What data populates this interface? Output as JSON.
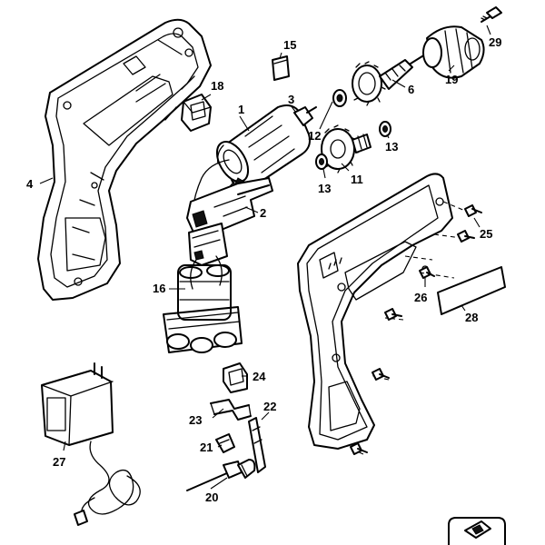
{
  "callouts": {
    "c1": "1",
    "c2": "2",
    "c3": "3",
    "c4": "4",
    "c6": "6",
    "c11": "11",
    "c12": "12",
    "c13a": "13",
    "c13b": "13",
    "c15": "15",
    "c16": "16",
    "c18": "18",
    "c19": "19",
    "c20": "20",
    "c21": "21",
    "c22": "22",
    "c23": "23",
    "c24": "24",
    "c25": "25",
    "c26": "26",
    "c27": "27",
    "c28": "28",
    "c29": "29"
  }
}
